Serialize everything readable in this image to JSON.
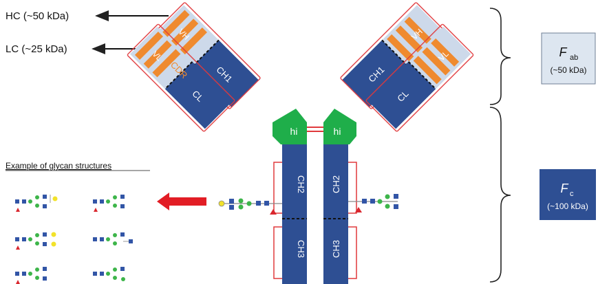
{
  "labels": {
    "hc": "HC (~50 kDa)",
    "lc": "LC (~25 kDa)",
    "cdr": "CDR",
    "glycan_title": "Example of glycan structures"
  },
  "domains": {
    "vh": "VH",
    "vl": "VL",
    "ch1": "CH1",
    "cl": "CL",
    "hinge": "hi",
    "ch2": "CH2",
    "ch3": "CH3"
  },
  "fab_box": {
    "symbol": "F",
    "subscript": "ab",
    "mass": "(~50 kDa)"
  },
  "fc_box": {
    "symbol": "F",
    "subscript": "c",
    "mass": "(~100 kDa)"
  },
  "colors": {
    "heavy_chain": "#2e4f93",
    "light_chain": "#2e4f93",
    "variable_region": "#cdd9ea",
    "cdr": "#ef8a2f",
    "hinge": "#1fae4a",
    "bracket_red": "#e0393c",
    "fab_box_bg": "#dde6f0",
    "fc_box_bg": "#2e4f93",
    "glycan_blue": "#3255a6",
    "glycan_green": "#3db54a",
    "glycan_yellow": "#f2e22a",
    "glycan_red": "#d9272e",
    "arrow_red": "#e21d25"
  }
}
